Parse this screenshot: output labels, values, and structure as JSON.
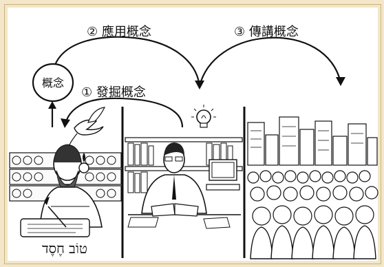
{
  "diagram": {
    "concept_circle": "概念",
    "step1": "① 發掘概念",
    "step2": "② 應用概念",
    "step3": "③ 傳講概念",
    "hebrew_text": "טוֹב חֶסֶד"
  },
  "colors": {
    "background": "#f3e6c9",
    "ink": "#111111",
    "panel": "#ffffff"
  },
  "icons": {
    "left_panel": "scholar-with-scroll-illustration",
    "middle_panel": "reader-at-desk-illustration",
    "right_panel": "crowd-and-city-illustration",
    "lightbulb": "lightbulb-icon",
    "dove": "dove-icon"
  }
}
